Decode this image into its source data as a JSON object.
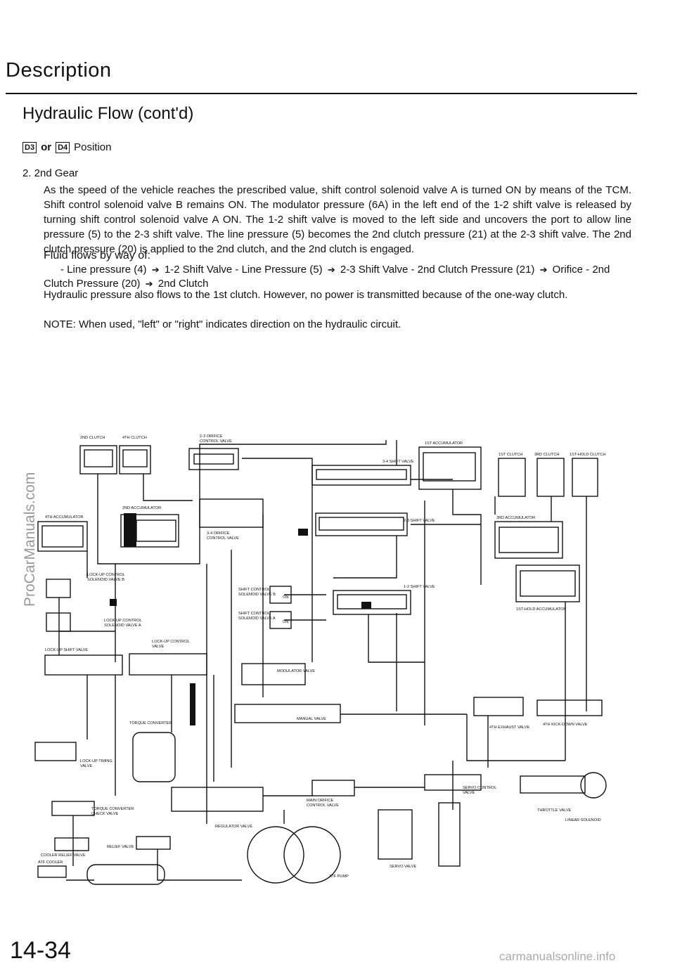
{
  "header": {
    "title": "Description",
    "subtitle": "Hydraulic Flow (cont'd)",
    "position_label": "Position",
    "gear_d3": "D3",
    "gear_or": "or",
    "gear_d4": "D4"
  },
  "content": {
    "heading": "2.  2nd Gear",
    "paragraph": "As the speed of the vehicle reaches the prescribed value, shift control solenoid valve A is turned ON by means of the TCM. Shift control solenoid valve B remains ON. The modulator pressure (6A) in the left end of the 1-2 shift valve is released by turning shift control solenoid valve A ON. The 1-2 shift valve is moved to the left side and uncovers the port to allow line pressure (5) to the 2-3 shift valve. The line pressure (5) becomes the 2nd clutch pressure (21) at the 2-3 shift valve. The 2nd clutch pressure (20) is applied to the 2nd clutch, and the 2nd clutch is engaged.",
    "fluid_flows_title": "Fluid flows by way of:",
    "flow_steps": [
      "- Line pressure (4)",
      "1-2 Shift Valve - Line Pressure (5)",
      "2-3 Shift Valve - 2nd Clutch Pressure (21)",
      "Orifice - 2nd"
    ],
    "flow_steps_2": [
      "Clutch Pressure (20)",
      "2nd Clutch"
    ],
    "flow_arrow": "➔",
    "paragraph2": "Hydraulic pressure also flows to the 1st clutch. However, no power is transmitted because of the one-way clutch.",
    "note": "NOTE:  When used, \"left\" or \"right\" indicates direction on the hydraulic circuit."
  },
  "diagram": {
    "labels": {
      "clutch2": "2ND CLUTCH",
      "clutch4": "4TH CLUTCH",
      "orifice23": "2-3 ORIFICE",
      "orifice23b": "CONTROL VALVE",
      "acc1": "1ST ACCUMULATOR",
      "clutch1": "1ST CLUTCH",
      "clutch3": "3RD CLUTCH",
      "clutch1hold": "1ST-HOLD CLUTCH",
      "shift34": "3-4 SHIFT VALVE",
      "acc4": "4TH ACCUMULATOR",
      "acc2": "2ND ACCUMULATOR",
      "shift23": "2-3 SHIFT VALVE",
      "acc3": "3RD ACCUMULATOR",
      "orifice34": "3-4 ORIFICE",
      "orifice34b": "CONTROL VALVE",
      "lockup_b": "LOCK-UP CONTROL",
      "lockup_b2": "SOLENOID VALVE B",
      "shift12": "1-2 SHIFT VALVE",
      "scsv_b": "SHIFT CONTROL",
      "scsv_b2": "SOLENOID VALVE B",
      "scsv_a": "SHIFT CONTROL",
      "scsv_a2": "SOLENOID VALVE A",
      "on": "ON",
      "acc1hold": "1ST-HOLD ACCUMULATOR",
      "lockup_a": "LOCK-UP CONTROL",
      "lockup_a2": "SOLENOID VALVE A",
      "lockup_shift": "LOCK-UP SHIFT VALVE",
      "lockup_ctrl": "LOCK-UP CONTROL",
      "lockup_ctrl2": "VALVE",
      "modulator": "MODULATOR VALVE",
      "manual": "MANUAL VALVE",
      "exhaust4": "4TH EXHAUST VALVE",
      "kickdown4": "4TH KICK-DOWN VALVE",
      "torque": "TORQUE CONVERTER",
      "timing": "LOCK-UP TIMING",
      "timing2": "VALVE",
      "servo_ctrl": "SERVO CONTROL",
      "servo_ctrl2": "VALVE",
      "throttle": "THROTTLE VALVE",
      "tc_check": "TORQUE CONVERTER",
      "tc_check2": "CHECK VALVE",
      "main_orifice": "MAIN ORIFICE",
      "main_orifice2": "CONTROL VALVE",
      "regulator": "REGULATOR VALVE",
      "linear": "LINEAR SOLENOID",
      "relief": "RELIEF VALVE",
      "cooler_relief": "COOLER RELIEF VALVE",
      "atf_cooler": "ATF COOLER",
      "atf_pump": "ATF PUMP",
      "servo": "SERVO VALVE"
    }
  },
  "watermark": "ProCarManuals.com",
  "footer": {
    "page_number": "14-34",
    "site": "carmanualsonline.info"
  }
}
